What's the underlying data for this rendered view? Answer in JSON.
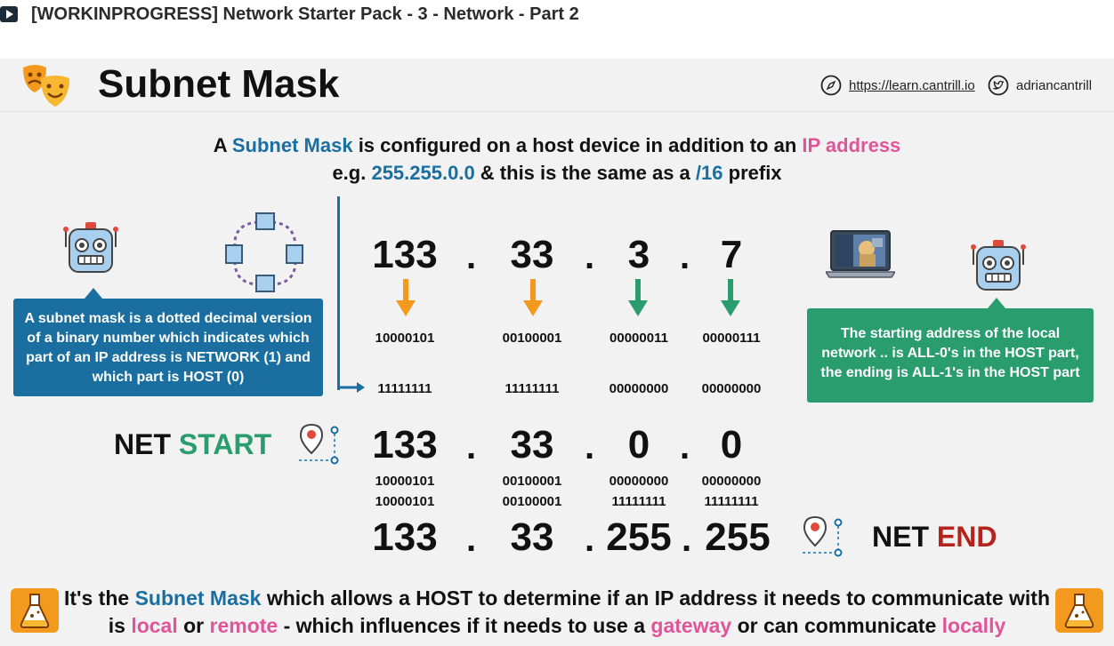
{
  "player": {
    "title": "[WORKINPROGRESS] Network Starter Pack - 3 - Network - Part 2"
  },
  "slide": {
    "title": "Subnet Mask",
    "website": "https://learn.cantrill.io",
    "twitter": "adriancantrill",
    "intro": {
      "line1_a": "A ",
      "line1_b": "Subnet Mask",
      "line1_c": " is configured on a host device in addition to an ",
      "line1_d": "IP address",
      "line2_a": "e.g. ",
      "line2_b": "255.255.0.0",
      "line2_c": " & this is the same as a ",
      "line2_d": "/16",
      "line2_e": " prefix"
    },
    "callout_left": "A subnet mask is a dotted decimal version of a binary number which indicates which part of an IP address is NETWORK (1) and which part is HOST (0)",
    "callout_right": "The starting address of the local network .. is ALL-0's in the HOST part, the ending is ALL-1's in the HOST part",
    "dot": ".",
    "ip": {
      "octets": [
        "133",
        "33",
        "3",
        "7"
      ],
      "binary": [
        "10000101",
        "00100001",
        "00000011",
        "00000111"
      ],
      "mask_binary": [
        "11111111",
        "11111111",
        "00000000",
        "00000000"
      ]
    },
    "net_start": {
      "label_a": "NET ",
      "label_b": "START",
      "octets": [
        "133",
        "33",
        "0",
        "0"
      ],
      "binary_ip": [
        "10000101",
        "00100001",
        "00000000",
        "00000000"
      ],
      "binary_end": [
        "10000101",
        "00100001",
        "11111111",
        "11111111"
      ]
    },
    "net_end": {
      "label_a": "NET ",
      "label_b": "END",
      "octets": [
        "133",
        "33",
        "255",
        "255"
      ]
    },
    "bottom": {
      "a": "It's the ",
      "b": "Subnet Mask",
      "c": " which allows a HOST to determine if an IP address it needs to communicate with is ",
      "d": "local",
      "e": " or ",
      "f": "remote",
      "g": " - which influences if it needs to use a ",
      "h": "gateway",
      "i": " or can communicate ",
      "j": "locally"
    },
    "colors": {
      "network_blue": "#1a6fa0",
      "ip_pink": "#e0559a",
      "start_green": "#2a9d6e",
      "end_red": "#b5241c",
      "network_arrow_orange": "#f39a1e"
    },
    "icons": [
      "play-icon",
      "theatre-masks-icon",
      "compass-icon",
      "twitter-icon",
      "robot-icon",
      "network-icon",
      "laptop-icon",
      "map-pin-icon",
      "flask-icon"
    ]
  }
}
